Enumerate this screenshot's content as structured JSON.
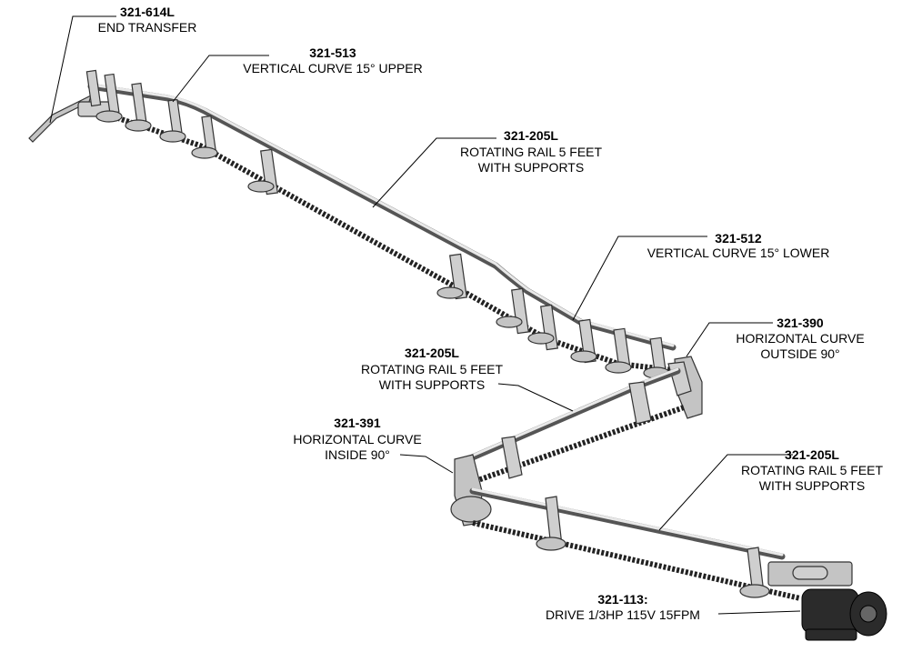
{
  "labels": [
    {
      "id": "end-transfer",
      "part": "321-614L",
      "lines": [
        "END TRANSFER"
      ]
    },
    {
      "id": "vertical-curve-upper",
      "part": "321-513",
      "lines": [
        "VERTICAL CURVE 15° UPPER"
      ]
    },
    {
      "id": "rotating-rail-top",
      "part": "321-205L",
      "lines": [
        "ROTATING RAIL 5 FEET",
        "WITH SUPPORTS"
      ]
    },
    {
      "id": "vertical-curve-lower",
      "part": "321-512",
      "lines": [
        "VERTICAL CURVE 15° LOWER"
      ]
    },
    {
      "id": "horizontal-curve-outside",
      "part": "321-390",
      "lines": [
        "HORIZONTAL CURVE",
        "OUTSIDE 90°"
      ]
    },
    {
      "id": "rotating-rail-middle",
      "part": "321-205L",
      "lines": [
        "ROTATING RAIL 5 FEET",
        "WITH SUPPORTS"
      ]
    },
    {
      "id": "horizontal-curve-inside",
      "part": "321-391",
      "lines": [
        "HORIZONTAL CURVE",
        "INSIDE 90°"
      ]
    },
    {
      "id": "rotating-rail-bottom",
      "part": "321-205L",
      "lines": [
        "ROTATING RAIL 5 FEET",
        "WITH SUPPORTS"
      ]
    },
    {
      "id": "drive",
      "part": "321-113:",
      "lines": [
        "DRIVE 1/3HP 115V 15FPM"
      ]
    }
  ]
}
